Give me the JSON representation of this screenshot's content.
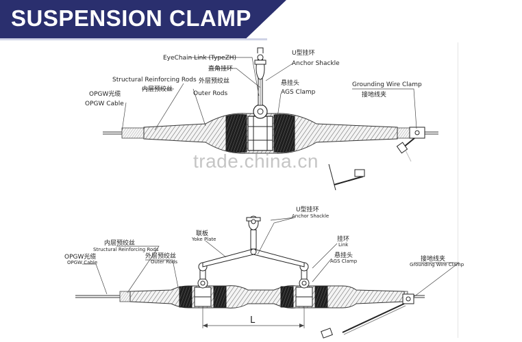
{
  "header": {
    "title": "SUSPENSION CLAMP"
  },
  "top_diagram": {
    "labels": {
      "eye_chain": "EyeChain Link (TypeZH)",
      "u_cn": "U型挂环",
      "anchor_shackle": "Anchor Shackle",
      "link_cn": "直角挂环",
      "srr_en": "Structural Reinforcing Rods",
      "outer_cn": "外层预绞丝",
      "outer_en": "Outer Rods",
      "ags_cn": "悬挂头",
      "ags_en": "AGS Clamp",
      "gwc_en": "Grounding Wire Clamp",
      "gwc_cn": "接地线夹",
      "opgw_en": "OPGW Cable",
      "opgw_cn": "OPGW光缆",
      "inner_cn": "内层预绞丝"
    }
  },
  "bottom_diagram": {
    "labels": {
      "u_cn": "U型挂环",
      "anchor_shackle": "Anchor Shackle",
      "yoke_cn": "联板",
      "yoke_en": "Yoke Plate",
      "link_cn": "挂环",
      "link_en": "Link",
      "ags_cn": "悬挂头",
      "ags_en": "AGS Clamp",
      "inner_cn": "内层预绞丝",
      "srr_en": "Structural Reinforcing Rods",
      "outer_cn": "外层预绞丝",
      "outer_en": "Outer Rods",
      "opgw_cn": "OPGW光缆",
      "opgw_en": "OPGW Cable",
      "gwc_cn": "接地线夹",
      "gwc_en": "Grounding Wire Clamp",
      "dimension": "L"
    }
  },
  "watermark": "trade.china.cn"
}
